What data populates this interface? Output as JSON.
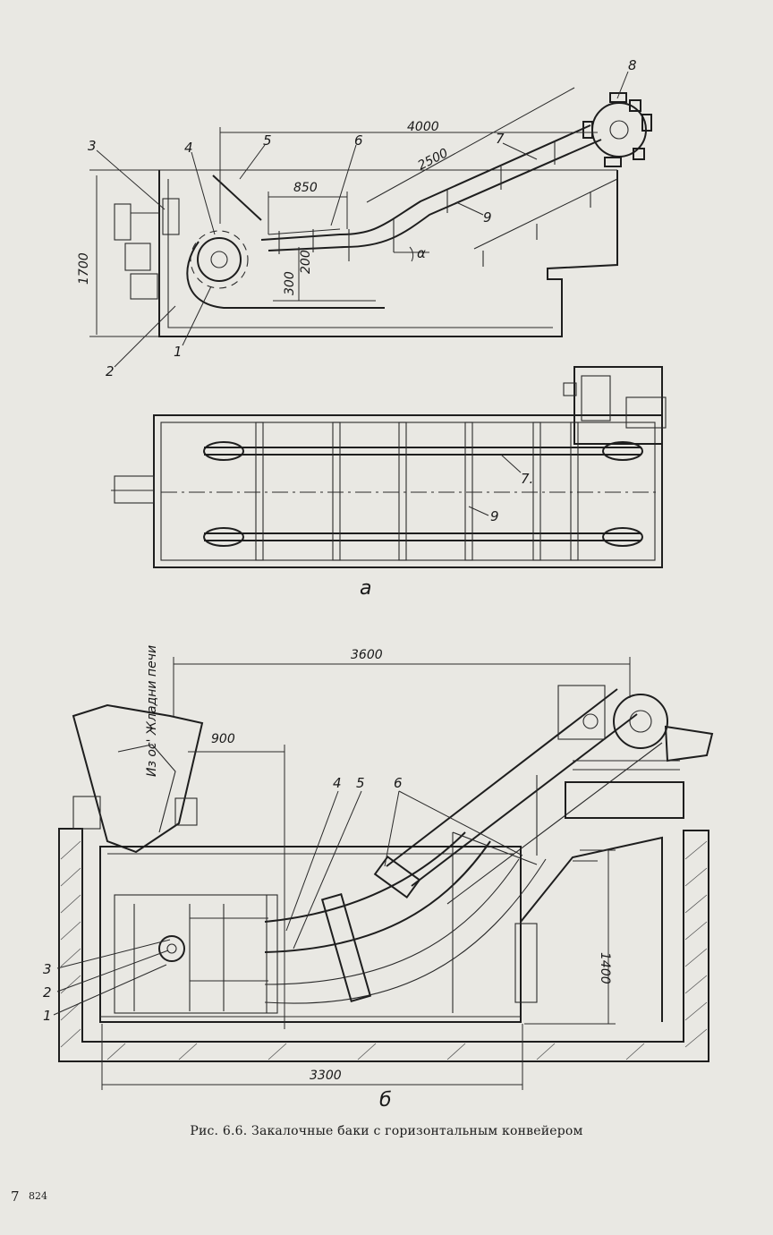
{
  "figure_a": {
    "dims": {
      "d4000": "4000",
      "d2500": "2500",
      "d850": "850",
      "d1700": "1700",
      "d300": "300",
      "d200": "200"
    },
    "labels": {
      "n1": "1",
      "n2": "2",
      "n3": "3",
      "n4": "4",
      "n5": "5",
      "n6": "6",
      "n7": "7",
      "n8": "8",
      "n9": "9",
      "alpha": "α"
    },
    "plan_labels": {
      "n7": "7.",
      "n9": "9"
    },
    "sublabel": "а"
  },
  "figure_b": {
    "dims": {
      "d3600": "3600",
      "d900": "900",
      "d1400": "1400",
      "d3300": "3300"
    },
    "labels": {
      "n1": "1",
      "n2": "2",
      "n3": "3",
      "n4": "4",
      "n5": "5",
      "n6": "6"
    },
    "inlet_text": "Из ос' Жладни печи",
    "sublabel": "б"
  },
  "caption": "Рис. 6.6. Закалочные баки с горизонтальным конвейером",
  "footer": {
    "page_number": "7",
    "signature": "824"
  }
}
